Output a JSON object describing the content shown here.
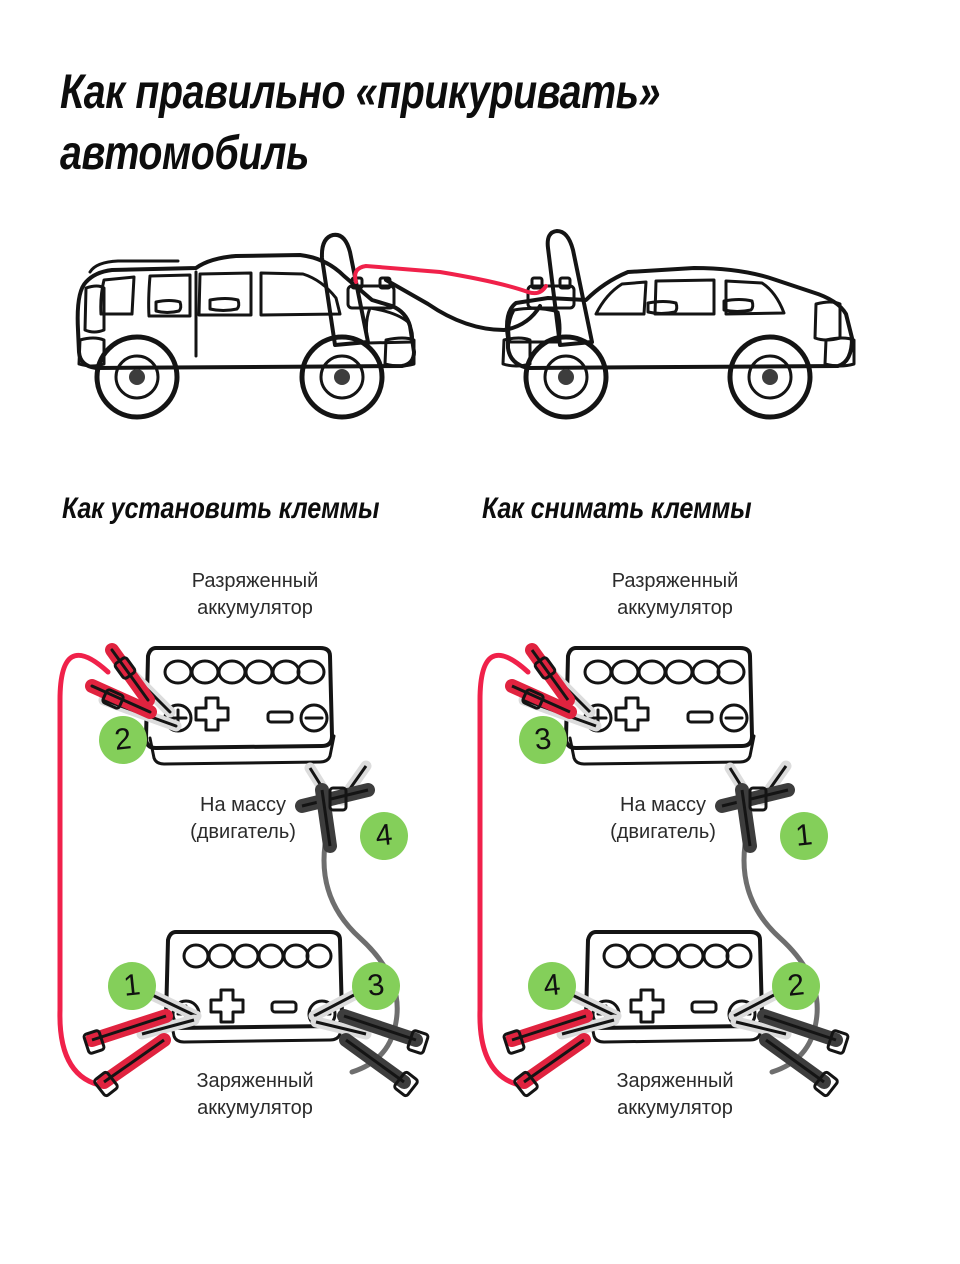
{
  "page": {
    "title": "Как правильно «прикуривать»\nавтомобиль",
    "background_color": "#ffffff"
  },
  "colors": {
    "badge_green": "#84cf5a",
    "battery_red": "#ef2b47",
    "battery_blue": "#bcdcf0",
    "car_blue": "#b9dcec",
    "car_red": "#e1213f",
    "cable_red": "#f0214a",
    "cable_gray": "#6e6e6e",
    "clamp_red": "#e0233f",
    "clamp_dark": "#3d3d3d",
    "clamp_light": "#dcdcdc",
    "headlight_orange": "#f5a81c",
    "ink": "#111111"
  },
  "hero": {
    "name": "jump-start-cars-illustration",
    "left_car": {
      "label": "donor-car-blue",
      "color": "#b9dcec",
      "direction": "facing-right",
      "hood": "open",
      "battery": "visible"
    },
    "right_car": {
      "label": "dead-car-red",
      "color": "#e1213f",
      "direction": "facing-left",
      "hood": "open",
      "battery": "visible"
    },
    "cables": [
      {
        "color": "#f0214a",
        "name": "positive-cable-red"
      },
      {
        "color": "#1a1a1a",
        "name": "negative-cable-black"
      }
    ]
  },
  "sections": [
    {
      "id": "install",
      "heading": "Как установить клеммы",
      "dead_battery_label": "Разряженный\nаккумулятор",
      "charged_battery_label": "Заряженный\nаккумулятор",
      "ground_label": "На массу\n(двигатель)",
      "steps": [
        {
          "order": "1",
          "target": "charged-battery-positive",
          "clamp": "red"
        },
        {
          "order": "2",
          "target": "dead-battery-positive",
          "clamp": "red"
        },
        {
          "order": "3",
          "target": "charged-battery-negative",
          "clamp": "dark"
        },
        {
          "order": "4",
          "target": "engine-ground",
          "clamp": "dark"
        }
      ]
    },
    {
      "id": "remove",
      "heading": "Как снимать клеммы",
      "dead_battery_label": "Разряженный\nаккумулятор",
      "charged_battery_label": "Заряженный\nаккумулятор",
      "ground_label": "На массу\n(двигатель)",
      "steps": [
        {
          "order": "1",
          "target": "engine-ground",
          "clamp": "dark"
        },
        {
          "order": "2",
          "target": "charged-battery-negative",
          "clamp": "dark"
        },
        {
          "order": "3",
          "target": "dead-battery-positive",
          "clamp": "red"
        },
        {
          "order": "4",
          "target": "charged-battery-positive",
          "clamp": "red"
        }
      ]
    }
  ],
  "battery_symbols": {
    "plus": "+",
    "minus": "−",
    "cells": 6
  }
}
